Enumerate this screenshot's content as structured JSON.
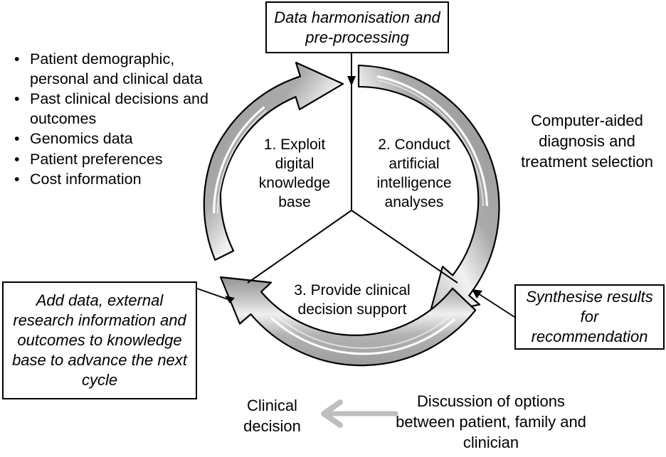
{
  "diagram": {
    "title": "Clinical AI decision-support cycle",
    "colors": {
      "arrow_gray": "#a6a6a6",
      "arrow_gray_light": "#d9d9d9",
      "arrow_gray_dark": "#8c8c8c",
      "outline_black": "#000000",
      "flat_arrow_gray": "#bfbfbf",
      "background": "#ffffff"
    }
  },
  "inputs": {
    "bullet_char": "•",
    "items": [
      "Patient demographic, personal and clinical data",
      "Past clinical decisions and outcomes",
      "Genomics data",
      "Patient preferences",
      "Cost information"
    ]
  },
  "boxes": {
    "top": "Data harmonisation and pre-processing",
    "right": "Synthesise results for recommendation",
    "left": "Add data, external research information and outcomes to knowledge base to advance the next cycle"
  },
  "annotations": {
    "computer_aided": "Computer-aided diagnosis and treatment selection",
    "clinical_decision": "Clinical decision",
    "discussion": "Discussion of options between patient, family and clinician"
  },
  "cycle": {
    "segments": [
      {
        "number": "1.",
        "label": "1. Exploit digital knowledge base"
      },
      {
        "number": "2.",
        "label": "2. Conduct artificial intelligence analyses"
      },
      {
        "number": "3.",
        "label": "3. Provide clinical decision support"
      }
    ]
  }
}
